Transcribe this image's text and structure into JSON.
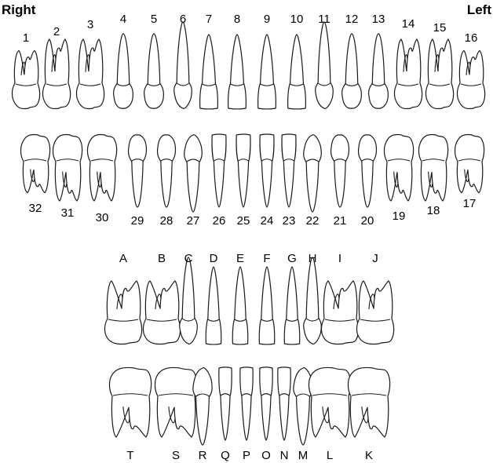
{
  "side_labels": {
    "right": "Right",
    "left": "Left"
  },
  "permanent": {
    "upper_numbers": [
      "1",
      "2",
      "3",
      "4",
      "5",
      "6",
      "7",
      "8",
      "9",
      "10",
      "11",
      "12",
      "13",
      "14",
      "15",
      "16"
    ],
    "lower_numbers": [
      "32",
      "31",
      "30",
      "29",
      "28",
      "27",
      "26",
      "25",
      "24",
      "23",
      "22",
      "21",
      "20",
      "19",
      "18",
      "17"
    ],
    "upper_types": [
      "molar",
      "molar",
      "molar",
      "premolar",
      "premolar",
      "canine",
      "incisor",
      "incisor",
      "incisor",
      "incisor",
      "canine",
      "premolar",
      "premolar",
      "molar",
      "molar",
      "molar"
    ],
    "lower_types": [
      "molar",
      "molar",
      "molar",
      "premolar",
      "premolar",
      "canine",
      "incisor",
      "incisor",
      "incisor",
      "incisor",
      "canine",
      "premolar",
      "premolar",
      "molar",
      "molar",
      "molar"
    ]
  },
  "primary": {
    "upper_letters": [
      "A",
      "B",
      "C",
      "D",
      "E",
      "F",
      "G",
      "H",
      "I",
      "J"
    ],
    "lower_letters": [
      "T",
      "S",
      "R",
      "Q",
      "P",
      "O",
      "N",
      "M",
      "L",
      "K"
    ],
    "upper_types": [
      "molar",
      "molar",
      "canine",
      "incisor",
      "incisor",
      "incisor",
      "incisor",
      "canine",
      "molar",
      "molar"
    ],
    "lower_types": [
      "molar",
      "molar",
      "canine",
      "incisor",
      "incisor",
      "incisor",
      "incisor",
      "canine",
      "molar",
      "molar"
    ]
  }
}
